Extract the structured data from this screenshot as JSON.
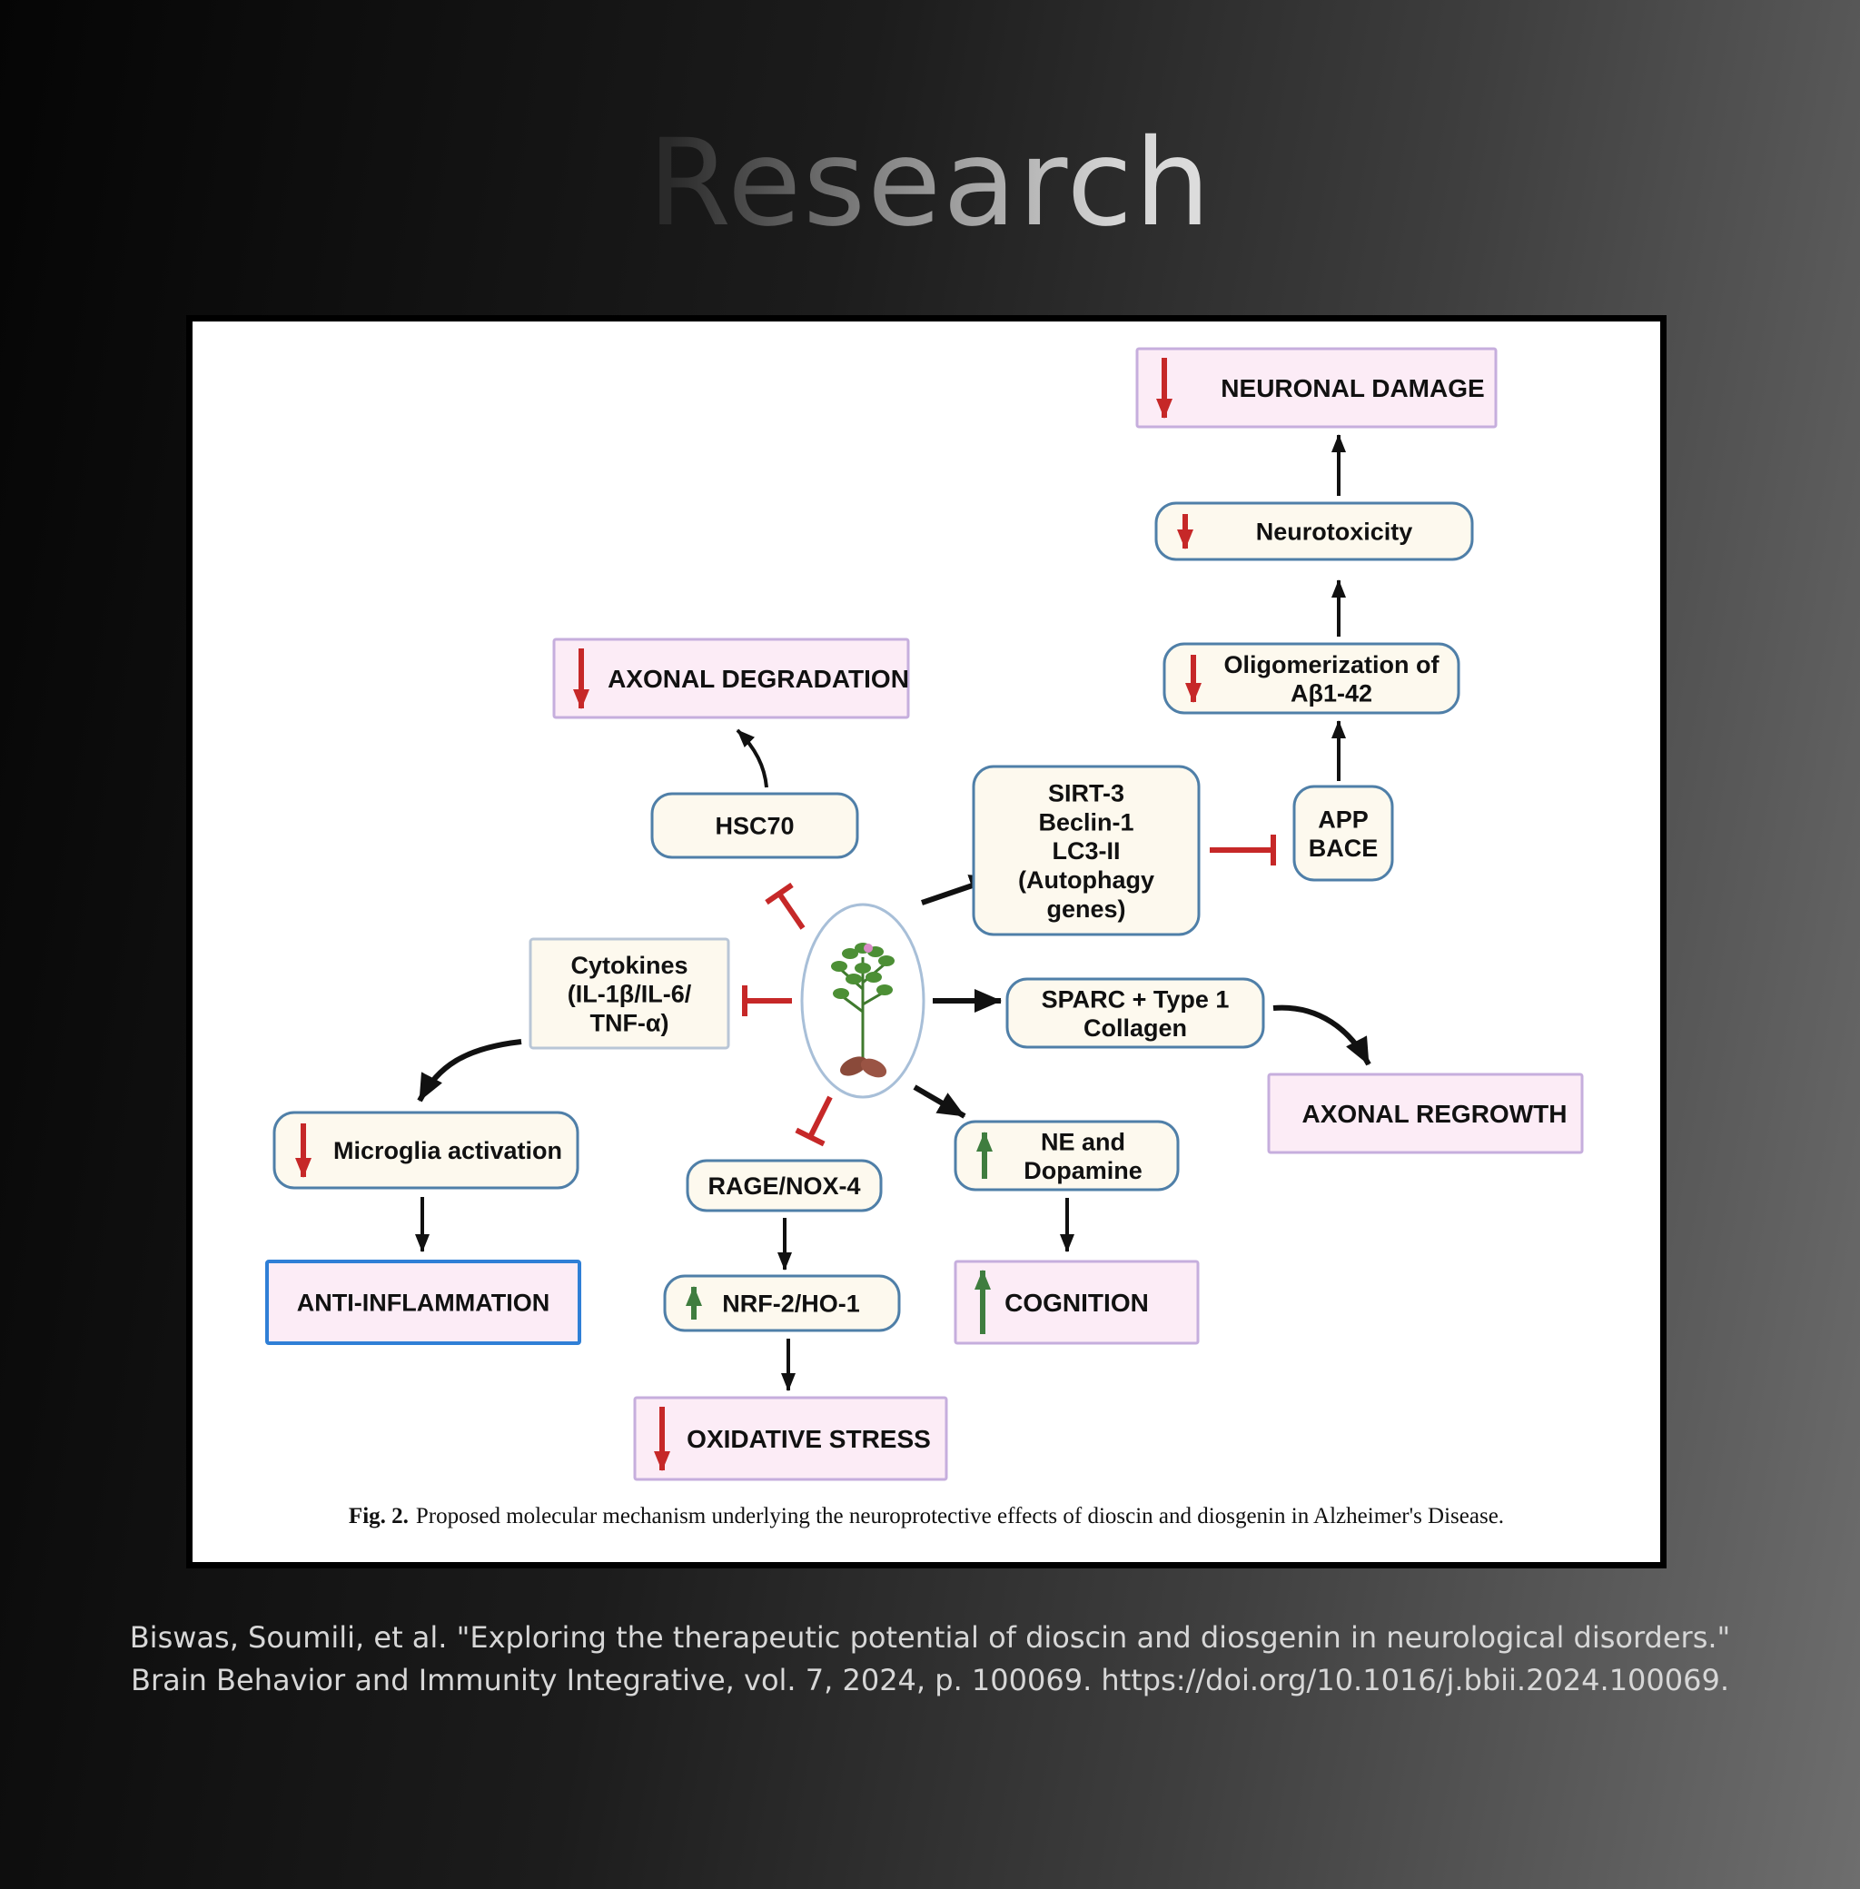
{
  "page": {
    "title": "Research"
  },
  "figure": {
    "caption_label": "Fig. 2.",
    "caption_text": "Proposed molecular mechanism underlying the neuroprotective effects of dioscin and diosgenin in Alzheimer's Disease."
  },
  "nodes": {
    "neuronal_damage": [
      "NEURONAL DAMAGE"
    ],
    "neurotoxicity": [
      "Neurotoxicity"
    ],
    "oligomerization": [
      "Oligomerization of",
      "Aβ1-42"
    ],
    "app_bace": [
      "APP",
      "BACE"
    ],
    "axonal_degradation": [
      "AXONAL DEGRADATION"
    ],
    "hsc70": [
      "HSC70"
    ],
    "sirt3": [
      "SIRT-3",
      "Beclin-1",
      "LC3-II",
      "(Autophagy",
      "genes)"
    ],
    "cytokines": [
      "Cytokines",
      "(IL-1β/IL-6/",
      "TNF-α)"
    ],
    "sparc": [
      "SPARC + Type 1",
      "Collagen"
    ],
    "axonal_regrowth": [
      "AXONAL REGROWTH"
    ],
    "microglia": [
      "Microglia activation"
    ],
    "rage": [
      "RAGE/NOX-4"
    ],
    "ne_dopamine": [
      "NE and",
      "Dopamine"
    ],
    "anti_inflammation": [
      "ANTI-INFLAMMATION"
    ],
    "nrf2": [
      "NRF-2/HO-1"
    ],
    "cognition": [
      "COGNITION"
    ],
    "oxidative_stress": [
      "OXIDATIVE STRESS"
    ]
  },
  "colors": {
    "down_arrow": "#c62828",
    "up_arrow": "#3f7d3f",
    "inhibition": "#c62828",
    "activation": "#111111",
    "outcome_fill": "#fcecf6",
    "outcome_border": "#c6aedd",
    "mediator_fill": "#fdf9ee",
    "mediator_border": "#4f7fa8",
    "anti_inflammation_border": "#2f7fd6"
  },
  "citation": "Biswas, Soumili, et al. \"Exploring the therapeutic potential of dioscin and diosgenin in neurological disorders.\" Brain Behavior and Immunity Integrative, vol. 7, 2024, p. 100069. https://doi.org/10.1016/j.bbii.2024.100069."
}
